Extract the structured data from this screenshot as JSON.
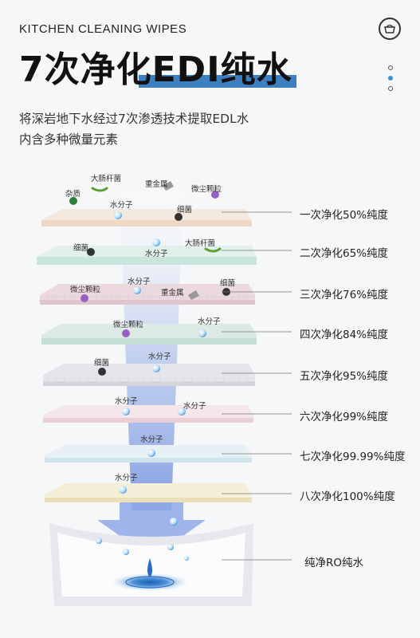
{
  "header": {
    "eyebrow": "KITCHEN CLEANING WIPES",
    "title": "7次净化EDI纯水",
    "logo_icon": "bucket-badge-icon",
    "accent_color": "#3d7fc0"
  },
  "description": {
    "line1": "将深岩地下水经过7次渗透技术提取EDL水",
    "line2": "内含多种微量元素"
  },
  "particles": {
    "impurity": "杂质",
    "ecoli": "大肠杆菌",
    "heavy_metal": "重金属",
    "dust": "微尘颗粒",
    "bacteria": "细菌",
    "water": "水分子"
  },
  "stages": [
    {
      "label": "一次净化50%纯度"
    },
    {
      "label": "二次净化65%纯度"
    },
    {
      "label": "三次净化76%纯度"
    },
    {
      "label": "四次净化84%纯度"
    },
    {
      "label": "五次净化95%纯度"
    },
    {
      "label": "六次净化99%纯度"
    },
    {
      "label": "七次净化99.99%纯度"
    },
    {
      "label": "八次净化100%纯度"
    },
    {
      "label": "纯净RO纯水"
    }
  ]
}
